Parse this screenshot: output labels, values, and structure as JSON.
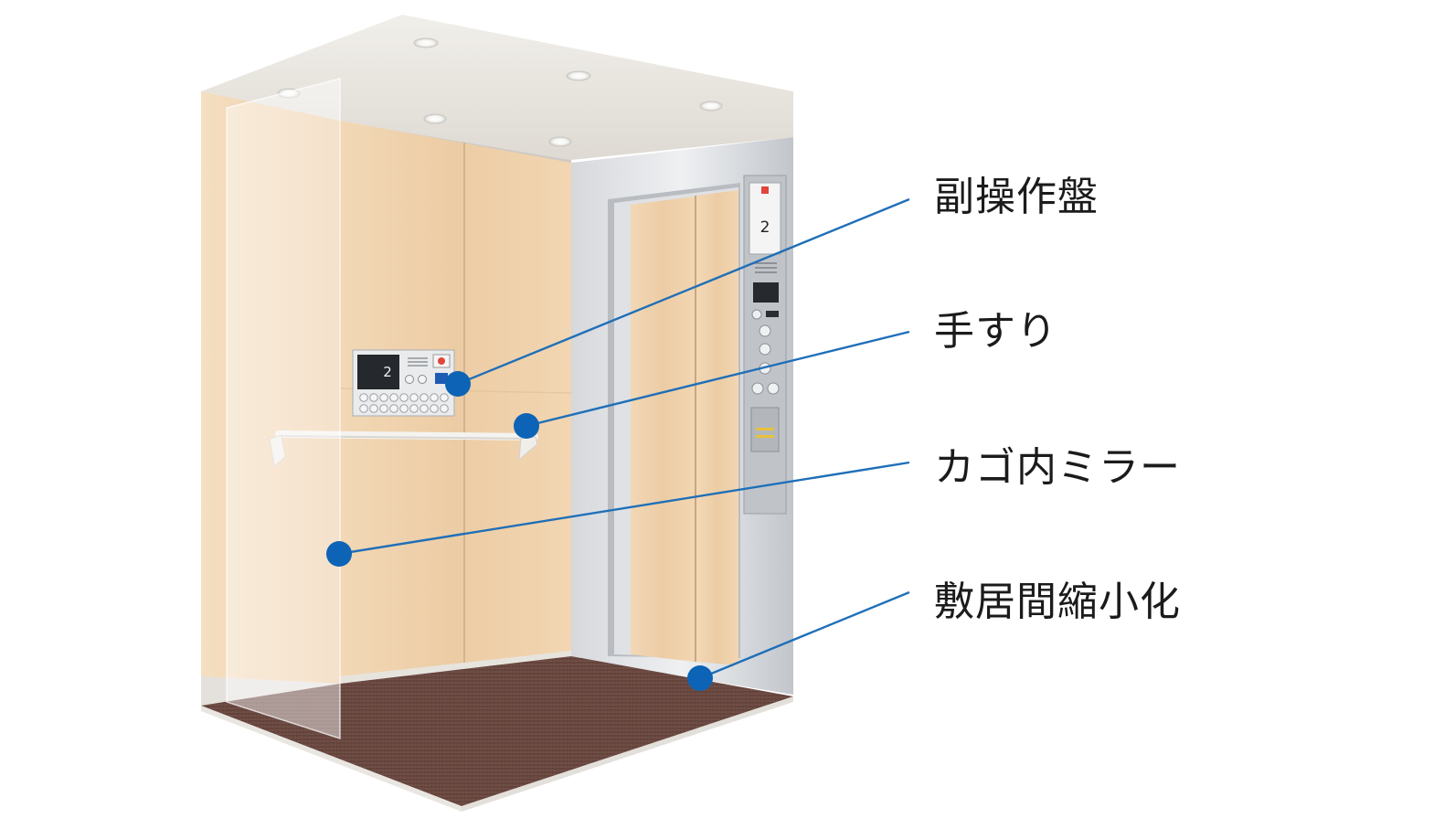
{
  "colors": {
    "accent_line": "#1f6fb8",
    "accent_dot": "#0d63b5",
    "wall_wood": "#efd2ad",
    "floor": "#6b4a43",
    "steel": "#c9ccd0"
  },
  "labels": {
    "sub_panel": "副操作盤",
    "handrail": "手すり",
    "mirror": "カゴ内ミラー",
    "sill_gap": "敷居間縮小化"
  },
  "panel": {
    "floor_display": "2"
  },
  "main_panel": {
    "floor_display": "2"
  }
}
